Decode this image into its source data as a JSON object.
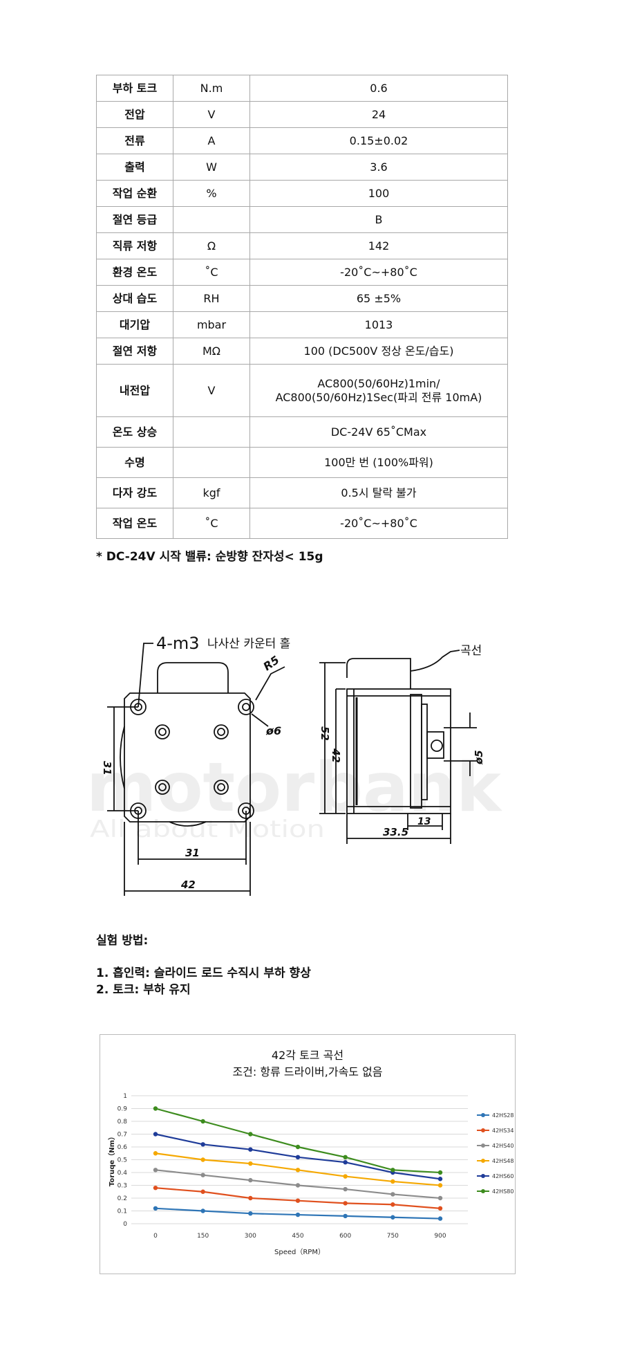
{
  "spec_table": {
    "rows": [
      {
        "name": "부하 토크",
        "unit": "N.m",
        "value": "0.6"
      },
      {
        "name": "전압",
        "unit": "V",
        "value": "24"
      },
      {
        "name": "전류",
        "unit": "A",
        "value": "0.15±0.02"
      },
      {
        "name": "출력",
        "unit": "W",
        "value": "3.6"
      },
      {
        "name": "작업 순환",
        "unit": "%",
        "value": "100"
      },
      {
        "name": "절연 등급",
        "unit": "",
        "value": "B"
      },
      {
        "name": "직류 저항",
        "unit": "Ω",
        "value": "142"
      },
      {
        "name": "환경 온도",
        "unit": "˚C",
        "value": "-20˚C~+80˚C"
      },
      {
        "name": "상대 습도",
        "unit": "RH",
        "value": "65 ±5%"
      },
      {
        "name": "대기압",
        "unit": "mbar",
        "value": "1013"
      },
      {
        "name": "절연 저항",
        "unit": "MΩ",
        "value": "100 (DC500V 정상 온도/습도)"
      },
      {
        "name": "내전압",
        "unit": "V",
        "value": "AC800(50/60Hz)1min/\nAC800(50/60Hz)1Sec(파괴 전류 10mA)"
      },
      {
        "name": "온도 상승",
        "unit": "",
        "value": "DC-24V 65˚CMax"
      },
      {
        "name": "수명",
        "unit": "",
        "value": "100만 번 (100%파워)"
      },
      {
        "name": "다자 강도",
        "unit": "kgf",
        "value": "0.5시 탈락 불가"
      },
      {
        "name": "작업 온도",
        "unit": "˚C",
        "value": "-20˚C~+80˚C"
      }
    ]
  },
  "note": "* DC-24V 시작 밸류: 순방향 잔자성< 15g",
  "drawing": {
    "hole_label": "4-m3",
    "hole_label_ko": "나사산 카운터 홀",
    "lead_label": "곡선",
    "dims": {
      "r5": "R5",
      "phi6": "ø6",
      "d31_v": "31",
      "d31_h": "31",
      "d42_w": "42",
      "d52": "52",
      "d42_h": "42",
      "d13": "13",
      "d33": "33.5",
      "phi5": "ø5"
    },
    "watermark_brand": "motorbank",
    "watermark_tagline": "All about Motion"
  },
  "method": {
    "title": "실험 방법:",
    "items": [
      "1. 흡인력: 슬라이드 로드 수직시  부하 향상",
      "2. 토크: 부하 유지"
    ]
  },
  "chart_data": {
    "type": "line",
    "title": "42각 토크 곡선",
    "subtitle": "조건: 항류 드라이버,가속도 없음",
    "xlabel": "Speed（RPM）",
    "ylabel": "Toruqe（Nm）",
    "x": [
      0,
      150,
      300,
      450,
      600,
      750,
      900
    ],
    "ylim": [
      0,
      1
    ],
    "yticks": [
      "0",
      "0.1",
      "0.2",
      "0.3",
      "0.4",
      "0.5",
      "0.6",
      "0.7",
      "0.8",
      "0.9",
      "1"
    ],
    "xticks": [
      "0",
      "150",
      "300",
      "450",
      "600",
      "750",
      "900"
    ],
    "grid": true,
    "legend_position": "right",
    "series": [
      {
        "name": "42HS28",
        "color": "#2e75b6",
        "values": [
          0.12,
          0.1,
          0.08,
          0.07,
          0.06,
          0.05,
          0.04
        ]
      },
      {
        "name": "42HS34",
        "color": "#e0501e",
        "values": [
          0.28,
          0.25,
          0.2,
          0.18,
          0.16,
          0.15,
          0.12
        ]
      },
      {
        "name": "42HS40",
        "color": "#8c8c8c",
        "values": [
          0.42,
          0.38,
          0.34,
          0.3,
          0.27,
          0.23,
          0.2
        ]
      },
      {
        "name": "42HS48",
        "color": "#f5a800",
        "values": [
          0.55,
          0.5,
          0.47,
          0.42,
          0.37,
          0.33,
          0.3
        ]
      },
      {
        "name": "42HS60",
        "color": "#1f3c99",
        "values": [
          0.7,
          0.62,
          0.58,
          0.52,
          0.48,
          0.4,
          0.35
        ]
      },
      {
        "name": "42HS80",
        "color": "#3d8c1e",
        "values": [
          0.9,
          0.8,
          0.7,
          0.6,
          0.52,
          0.42,
          0.4
        ]
      }
    ]
  }
}
